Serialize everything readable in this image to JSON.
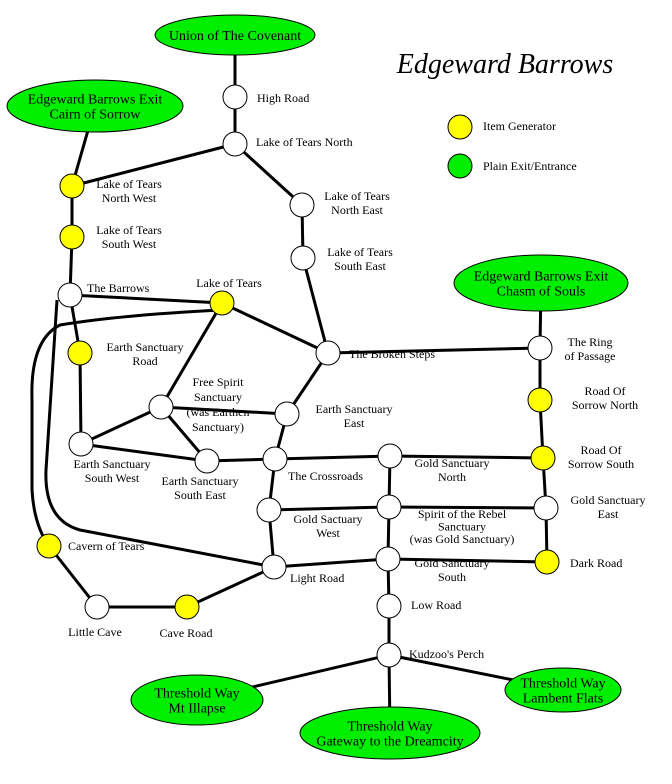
{
  "title": "Edgeward Barrows",
  "legend": [
    {
      "label": "Item Generator",
      "color": "#ffff00"
    },
    {
      "label": "Plain Exit/Entrance",
      "color": "#00ee00"
    }
  ],
  "colors": {
    "generator": "#ffff00",
    "exit": "#00ee00",
    "node": "#ffffff",
    "line": "#000000"
  },
  "exits": [
    {
      "id": "union",
      "lines": [
        "Union of The Covenant"
      ]
    },
    {
      "id": "cairn",
      "lines": [
        "Edgeward Barrows Exit",
        "Cairn of Sorrow"
      ]
    },
    {
      "id": "chasm",
      "lines": [
        "Edgeward Barrows Exit",
        "Chasm of Souls"
      ]
    },
    {
      "id": "illapse",
      "lines": [
        "Threshold Way",
        "Mt Illapse"
      ]
    },
    {
      "id": "gateway",
      "lines": [
        "Threshold Way",
        "Gateway to the Dreamcity"
      ]
    },
    {
      "id": "lambent",
      "lines": [
        "Threshold Way",
        "Lambent Flats"
      ]
    }
  ],
  "nodes": [
    {
      "id": "highroad",
      "type": "plain",
      "lines": [
        "High Road"
      ]
    },
    {
      "id": "ltn",
      "type": "plain",
      "lines": [
        "Lake of Tears North"
      ]
    },
    {
      "id": "ltnw",
      "type": "generator",
      "lines": [
        "Lake of Tears",
        "North West"
      ]
    },
    {
      "id": "ltsw",
      "type": "generator",
      "lines": [
        "Lake of Tears",
        "South West"
      ]
    },
    {
      "id": "barrows",
      "type": "plain",
      "lines": [
        "The Barrows"
      ]
    },
    {
      "id": "lake",
      "type": "generator",
      "lines": [
        "Lake of Tears"
      ]
    },
    {
      "id": "esroad",
      "type": "generator",
      "lines": [
        "Earth Sanctuary",
        "Road"
      ]
    },
    {
      "id": "ltne",
      "type": "plain",
      "lines": [
        "Lake of Tears",
        "North East"
      ]
    },
    {
      "id": "ltse",
      "type": "plain",
      "lines": [
        "Lake of Tears",
        "South East"
      ]
    },
    {
      "id": "broken",
      "type": "plain",
      "lines": [
        "The Broken Steps"
      ]
    },
    {
      "id": "ring",
      "type": "plain",
      "lines": [
        "The Ring",
        "of Passage"
      ]
    },
    {
      "id": "rosn",
      "type": "generator",
      "lines": [
        "Road Of",
        "Sorrow North"
      ]
    },
    {
      "id": "freespirit",
      "type": "plain",
      "lines": [
        "Free Spirit",
        "Sanctuary",
        "(was Earthen",
        "Sanctuary)"
      ]
    },
    {
      "id": "ese",
      "type": "plain",
      "lines": [
        "Earth Sanctuary",
        "East"
      ]
    },
    {
      "id": "essw",
      "type": "plain",
      "lines": [
        "Earth Sanctuary",
        "South West"
      ]
    },
    {
      "id": "esse",
      "type": "plain",
      "lines": [
        "Earth Sanctuary",
        "South East"
      ]
    },
    {
      "id": "crossroads",
      "type": "plain",
      "lines": [
        "The Crossroads"
      ]
    },
    {
      "id": "gsn",
      "type": "plain",
      "lines": [
        "Gold Sanctuary",
        "North"
      ]
    },
    {
      "id": "ross",
      "type": "generator",
      "lines": [
        "Road Of",
        "Sorrow South"
      ]
    },
    {
      "id": "gsw",
      "type": "plain",
      "lines": [
        "Gold Sactuary",
        "West"
      ]
    },
    {
      "id": "rebel",
      "type": "plain",
      "lines": [
        "Spirit of the Rebel",
        "Sanctuary",
        "(was Gold Sanctuary)"
      ]
    },
    {
      "id": "gse",
      "type": "plain",
      "lines": [
        "Gold Sanctuary",
        "East"
      ]
    },
    {
      "id": "light",
      "type": "plain",
      "lines": [
        "Light Road"
      ]
    },
    {
      "id": "gss",
      "type": "plain",
      "lines": [
        "Gold Sanctuary",
        "South"
      ]
    },
    {
      "id": "dark",
      "type": "generator",
      "lines": [
        "Dark Road"
      ]
    },
    {
      "id": "cavern",
      "type": "generator",
      "lines": [
        "Cavern of Tears"
      ]
    },
    {
      "id": "littlecave",
      "type": "plain",
      "lines": [
        "Little Cave"
      ]
    },
    {
      "id": "caveroad",
      "type": "generator",
      "lines": [
        "Cave Road"
      ]
    },
    {
      "id": "low",
      "type": "plain",
      "lines": [
        "Low Road"
      ]
    },
    {
      "id": "kudzoo",
      "type": "plain",
      "lines": [
        "Kudzoo's Perch"
      ]
    }
  ],
  "edges": [
    [
      "union",
      "highroad"
    ],
    [
      "highroad",
      "ltn"
    ],
    [
      "ltn",
      "ltnw"
    ],
    [
      "cairn",
      "ltnw"
    ],
    [
      "ltnw",
      "ltsw"
    ],
    [
      "ltsw",
      "barrows"
    ],
    [
      "ltn",
      "ltne"
    ],
    [
      "ltne",
      "ltse"
    ],
    [
      "ltse",
      "broken"
    ],
    [
      "barrows",
      "lake"
    ],
    [
      "lake",
      "broken"
    ],
    [
      "barrows",
      "esroad"
    ],
    [
      "esroad",
      "essw"
    ],
    [
      "lake",
      "freespirit"
    ],
    [
      "freespirit",
      "essw"
    ],
    [
      "freespirit",
      "esse"
    ],
    [
      "freespirit",
      "ese"
    ],
    [
      "essw",
      "esse"
    ],
    [
      "esse",
      "crossroads"
    ],
    [
      "broken",
      "ese"
    ],
    [
      "ese",
      "crossroads"
    ],
    [
      "broken",
      "ring"
    ],
    [
      "ring",
      "chasm"
    ],
    [
      "ring",
      "rosn"
    ],
    [
      "rosn",
      "ross"
    ],
    [
      "crossroads",
      "gsn"
    ],
    [
      "gsn",
      "ross"
    ],
    [
      "gsn",
      "rebel"
    ],
    [
      "crossroads",
      "gsw"
    ],
    [
      "gsw",
      "rebel"
    ],
    [
      "rebel",
      "gse"
    ],
    [
      "ross",
      "gse"
    ],
    [
      "gse",
      "dark"
    ],
    [
      "gsw",
      "light"
    ],
    [
      "rebel",
      "gss"
    ],
    [
      "light",
      "gss"
    ],
    [
      "gss",
      "dark"
    ],
    [
      "gss",
      "low"
    ],
    [
      "low",
      "kudzoo"
    ],
    [
      "kudzoo",
      "illapse"
    ],
    [
      "kudzoo",
      "gateway"
    ],
    [
      "kudzoo",
      "lambent"
    ],
    [
      "light",
      "caveroad"
    ],
    [
      "caveroad",
      "littlecave"
    ],
    [
      "littlecave",
      "cavern"
    ],
    [
      "barrows",
      "light"
    ],
    [
      "lake",
      "cavern"
    ]
  ]
}
